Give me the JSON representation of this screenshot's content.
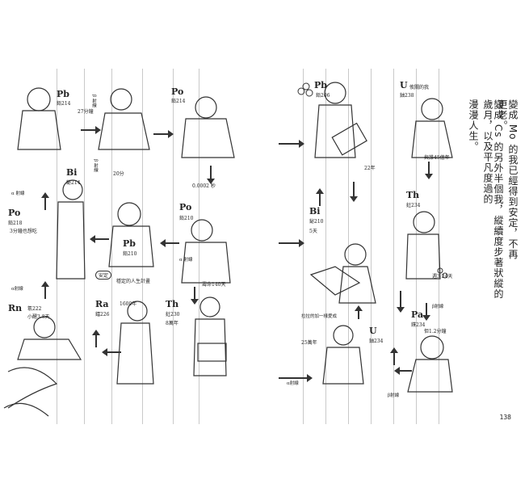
{
  "left_page": {
    "chain": [
      {
        "symbol": "Pb",
        "mass": "鉛214",
        "note": "27分鐘"
      },
      {
        "symbol": "Po",
        "mass": "鉛214",
        "note": "0.0002 秒"
      },
      {
        "symbol": "Bi",
        "mass": "鉍214",
        "note": "20分"
      },
      {
        "symbol": "Po",
        "mass": "鉛218",
        "note": "3分鐘也想吃"
      },
      {
        "symbol": "Po",
        "mass": "鉛210",
        "note": "壽命140天"
      },
      {
        "symbol": "Pb",
        "mass": "鉛210",
        "note": "穩定的人生計畫"
      },
      {
        "symbol": "Rn",
        "mass": "氡222",
        "note": "小醒3.8天"
      },
      {
        "symbol": "Ra",
        "mass": "鐳226",
        "note": "1600年"
      },
      {
        "symbol": "Th",
        "mass": "釷230",
        "note": "8萬年"
      }
    ],
    "badge": "安定",
    "decays": [
      "β 射線",
      "α 射線",
      "α射線",
      "α 射線",
      "β 射線"
    ]
  },
  "right_page": {
    "chain": [
      {
        "symbol": "Pb",
        "mass": "鉛206",
        "note": "22年"
      },
      {
        "symbol": "U",
        "mass": "鈾238",
        "note": "攸關的我"
      },
      {
        "symbol": "Bi",
        "mass": "鉍210",
        "note": "5天"
      },
      {
        "symbol": "Th",
        "mass": "釷234",
        "note": "與誰45億年"
      },
      {
        "symbol": "U",
        "mass": "鈾234",
        "note": "拉拉的加一樣愛成"
      },
      {
        "symbol": "Pa",
        "mass": "鏷234",
        "note": "但1.2分鐘"
      }
    ],
    "extra_notes": [
      "25萬年",
      "週3 24天",
      "β射線",
      "α射線",
      "β射線"
    ],
    "vertical_text": [
      "變成 Mo 的我已經得到安定，不再更老。",
      "變成 Cs 的另外半個我，縱續度步著狀縱的歲月，以及平凡度過的",
      "漫漫人生。"
    ],
    "page_number": "138"
  }
}
